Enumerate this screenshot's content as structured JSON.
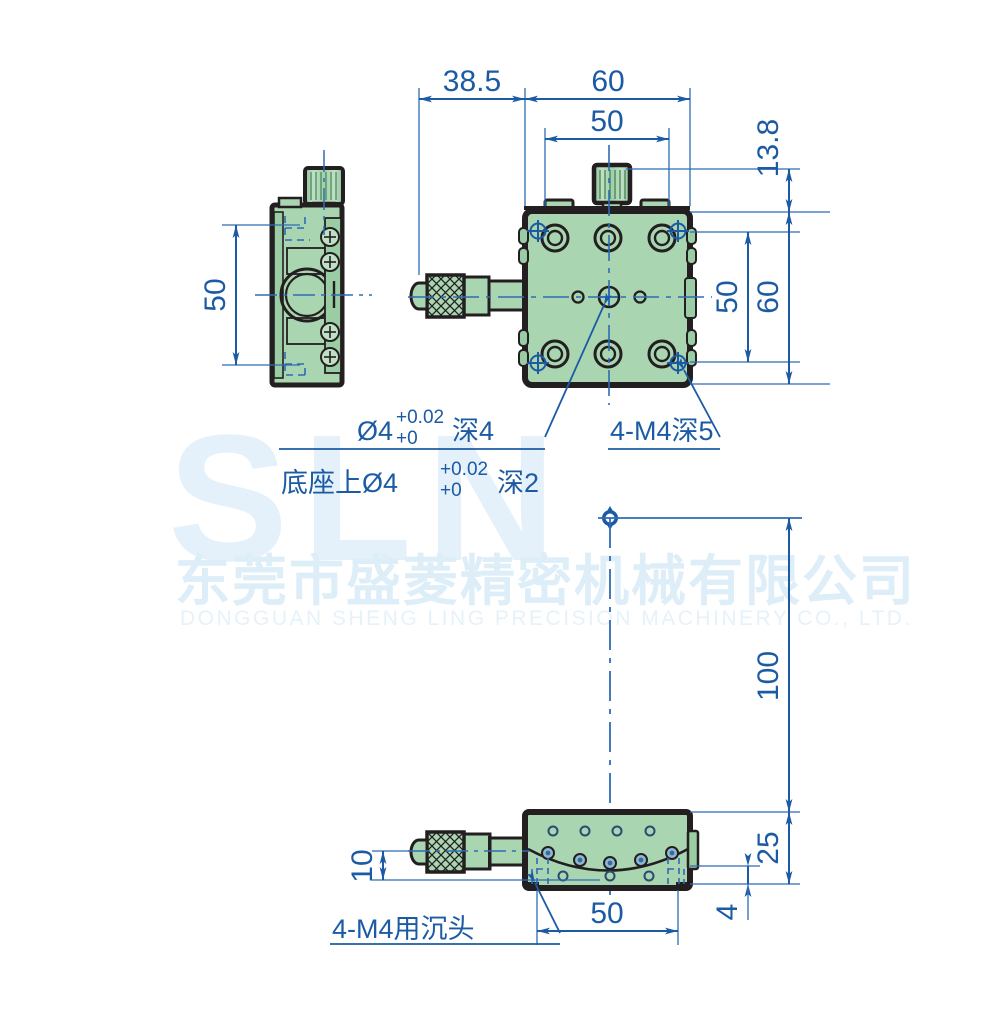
{
  "drawing": {
    "title": "XY Linear Translation Stage Technical Drawing",
    "colors": {
      "dimension_blue": "#1c5ba4",
      "thin_blue": "#2f6cb5",
      "body_green": "#a9d5b1",
      "body_green_dark": "#93c79d",
      "outline_black": "#231f20",
      "watermark_light": "#ddeef8"
    }
  },
  "dimensions": {
    "top_left_offset": "38.5",
    "top_width_outer": "60",
    "top_width_inner": "50",
    "height_138": "13.8",
    "right_height_inner": "50",
    "right_height_outer": "60",
    "side_view_height": "50",
    "vertical_100": "100",
    "front_height_25": "25",
    "front_height_4": "4",
    "front_width_50": "50",
    "front_left_10": "10"
  },
  "annotations": {
    "hole_dia_main": {
      "prefix": "Ø4",
      "tol_upper": "+0.02",
      "tol_lower": "+0",
      "depth": "深4"
    },
    "hole_dia_base": {
      "prefix": "底座上Ø4",
      "tol_upper": "+0.02",
      "tol_lower": "+0",
      "depth": "深2"
    },
    "tapped_holes_top": "4-M4深5",
    "counterbore_bottom": "4-M4用沉头"
  },
  "watermark": {
    "logo": "SLN",
    "company_cn": "东莞市盛菱精密机械有限公司",
    "company_en": "DONGGUAN SHENG LING PRECISION MACHINERY CO., LTD."
  }
}
